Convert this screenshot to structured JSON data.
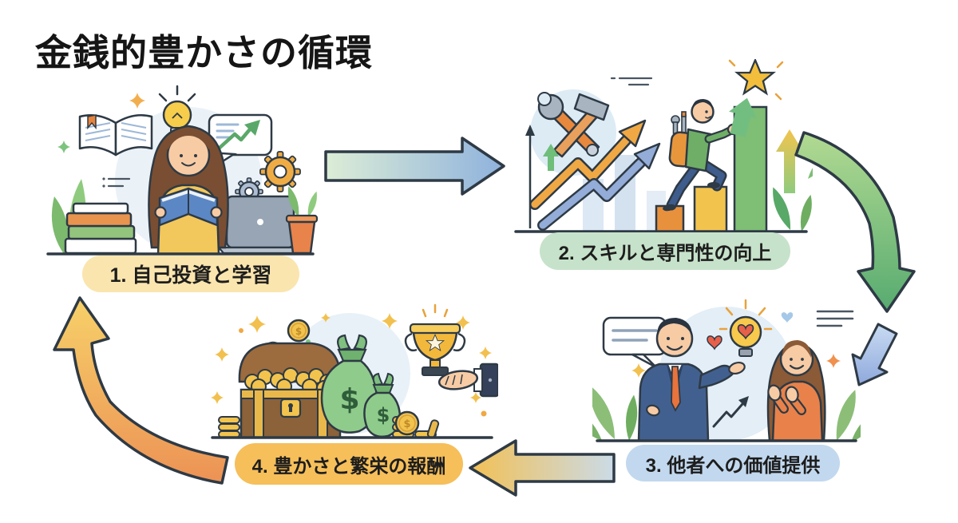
{
  "title": "金銭的豊かさの循環",
  "background_color": "#FFFFFF",
  "text_color": "#1D1D1D",
  "steps": [
    {
      "id": 1,
      "label": "1. 自己投資と学習",
      "pill_color": "#FAE5AE",
      "illustration": "woman-studying",
      "icons": [
        "open-book-icon",
        "lightbulb-icon",
        "growth-chart-bubble-icon",
        "gear-icon",
        "book-stack-icon",
        "laptop-icon",
        "potted-plant-icon",
        "sparkle-icon"
      ]
    },
    {
      "id": 2,
      "label": "2. スキルと専門性の向上",
      "pill_color": "#C7E2CA",
      "illustration": "man-climbing-bar-chart",
      "icons": [
        "wrench-icon",
        "hammer-icon",
        "rising-arrow-icon",
        "bar-step-icon",
        "backpack-icon",
        "star-icon",
        "plant-icon",
        "axis-icon"
      ]
    },
    {
      "id": 3,
      "label": "3. 他者への価値提供",
      "pill_color": "#C2D8EE",
      "illustration": "man-offering-idea-to-woman",
      "icons": [
        "speech-bubble-icon",
        "lightbulb-heart-icon",
        "heart-icon",
        "growth-arrow-icon",
        "plant-icon",
        "sparkle-icon"
      ]
    },
    {
      "id": 4,
      "label": "4. 豊かさと繁栄の報酬",
      "pill_color": "#F6BF5A",
      "illustration": "treasure-and-trophy",
      "icons": [
        "treasure-chest-icon",
        "money-bag-icon",
        "coin-stack-icon",
        "trophy-icon",
        "hand-icon",
        "sparkle-icon"
      ]
    }
  ],
  "arrows": [
    {
      "name": "arrow-step1-to-step2",
      "direction": "right",
      "gradient": [
        "#DCEDD6",
        "#8FB2DD"
      ]
    },
    {
      "name": "arrow-step2-to-step3-curve",
      "direction": "down",
      "gradient": [
        "#B2DA92",
        "#57AB70"
      ]
    },
    {
      "name": "arrow-into-step3",
      "direction": "down-left",
      "gradient": [
        "#C9DBF2",
        "#8FA9DC"
      ]
    },
    {
      "name": "arrow-step3-to-step4",
      "direction": "left",
      "gradient": [
        "#F2C055",
        "#CBDBE7"
      ]
    },
    {
      "name": "arrow-step4-to-step1-curve",
      "direction": "up",
      "gradient": [
        "#F7D169",
        "#EC9255"
      ]
    }
  ]
}
